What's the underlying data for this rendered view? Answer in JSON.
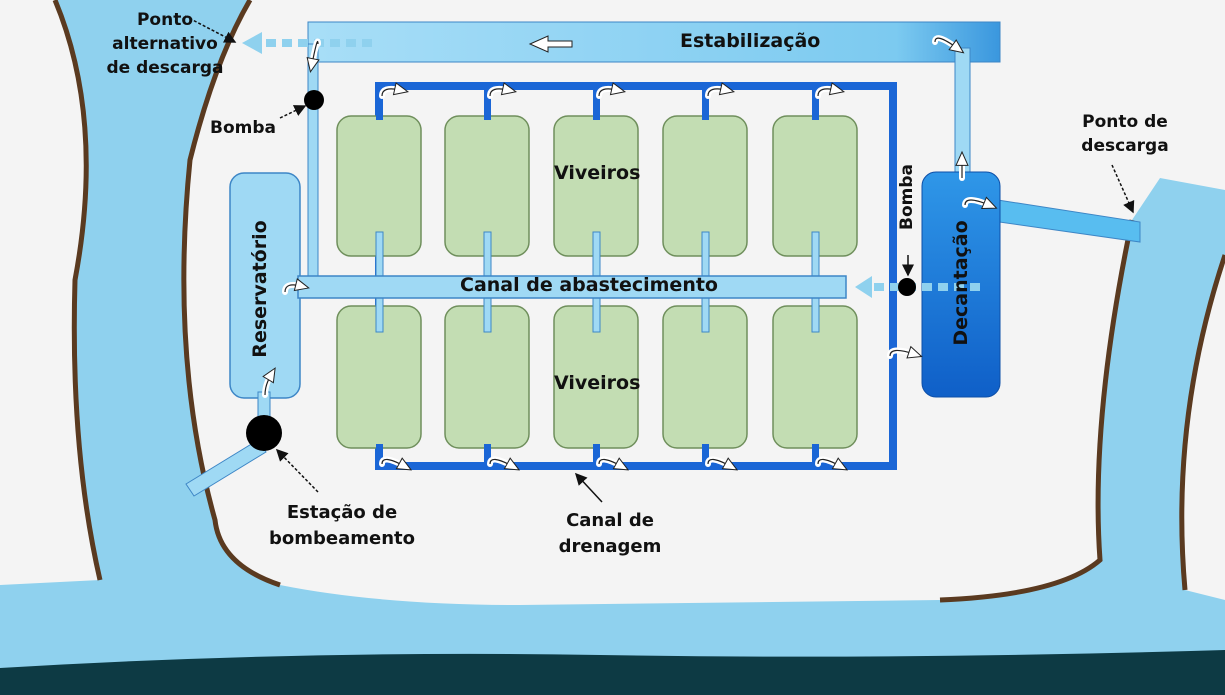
{
  "labels": {
    "alt_discharge": "Ponto\nalternativo\nde descarga",
    "pump_left": "Bomba",
    "stabilization": "Estabilização",
    "ponds_top": "Viveiros",
    "ponds_bottom": "Viveiros",
    "reservoir": "Reservatório",
    "supply_channel": "Canal de abastecimento",
    "pump_right": "Bomba",
    "decantation": "Decantação",
    "discharge_point": "Ponto de\ndescarga",
    "pumping_station": "Estação de\nbombeamento",
    "drainage_channel": "Canal de\ndrenagem"
  },
  "colors": {
    "water": "#8fd1ee",
    "ground": "#f4f4f4",
    "bank": "#5a3a20",
    "deep_water": "#0d3a44",
    "pond": "#c3ddb3",
    "pond_border": "#6f8f5c",
    "drainage": "#1a66d6",
    "decantation": "#1d78d8",
    "light_channel": "#9fd9f4",
    "channel_border": "#3d86c6"
  }
}
